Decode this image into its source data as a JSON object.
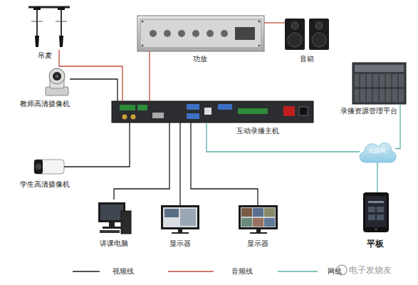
{
  "diagram": {
    "nodes": [
      {
        "text": [
          "吊麦"
        ]
      },
      {
        "text": [
          "功放"
        ]
      },
      {
        "text": [
          "音箱"
        ]
      },
      {
        "text": [
          "教师高清摄像机"
        ]
      },
      {
        "text": [
          "互动录播主机"
        ]
      },
      {
        "text": [
          "录播资源管理平台"
        ]
      },
      {
        "text": [
          "学生高清摄像机"
        ]
      },
      {
        "text": [
          "校园网"
        ]
      },
      {
        "text": [
          "讲课电脑"
        ]
      },
      {
        "text": [
          "显示器"
        ]
      },
      {
        "text": [
          "显示器"
        ]
      },
      {
        "text": [
          "平板"
        ]
      }
    ],
    "edges": [
      {
        "from": 0,
        "to": 4,
        "arrow": "none"
      },
      {
        "from": 1,
        "to": 4,
        "arrow": "none"
      },
      {
        "from": 1,
        "to": 2,
        "arrow": "none"
      },
      {
        "from": 3,
        "to": 4,
        "arrow": "none"
      },
      {
        "from": 6,
        "to": 4,
        "arrow": "none"
      },
      {
        "from": 4,
        "to": 8,
        "arrow": "none"
      },
      {
        "from": 4,
        "to": 9,
        "arrow": "none"
      },
      {
        "from": 4,
        "to": 10,
        "arrow": "none"
      },
      {
        "from": 4,
        "to": 7,
        "arrow": "none"
      },
      {
        "from": 7,
        "to": 5,
        "arrow": "none"
      },
      {
        "from": 7,
        "to": 11,
        "arrow": "none"
      }
    ],
    "labels": [
      "电子发烧友"
    ],
    "legend": [
      {
        "text": "视频线"
      },
      {
        "text": "音频线"
      },
      {
        "text": "网线"
      }
    ]
  }
}
